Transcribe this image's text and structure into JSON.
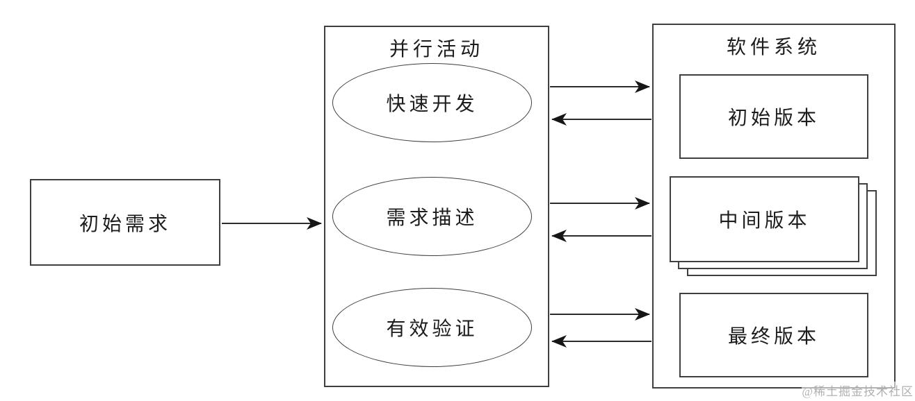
{
  "diagram": {
    "left_box": {
      "label": "初始需求"
    },
    "middle_panel": {
      "title": "并行活动",
      "activities": [
        {
          "label": "快速开发"
        },
        {
          "label": "需求描述"
        },
        {
          "label": "有效验证"
        }
      ]
    },
    "right_panel": {
      "title": "软件系统",
      "versions": [
        {
          "label": "初始版本",
          "stacked": false
        },
        {
          "label": "中间版本",
          "stacked": true
        },
        {
          "label": "最终版本",
          "stacked": false
        }
      ]
    },
    "watermark": "@稀土掘金技术社区",
    "colors": {
      "background": "#ffffff",
      "border": "#3f3f3f",
      "arrow": "#222222",
      "text": "#1c1c1c",
      "watermark": "#b0b0b0"
    }
  }
}
